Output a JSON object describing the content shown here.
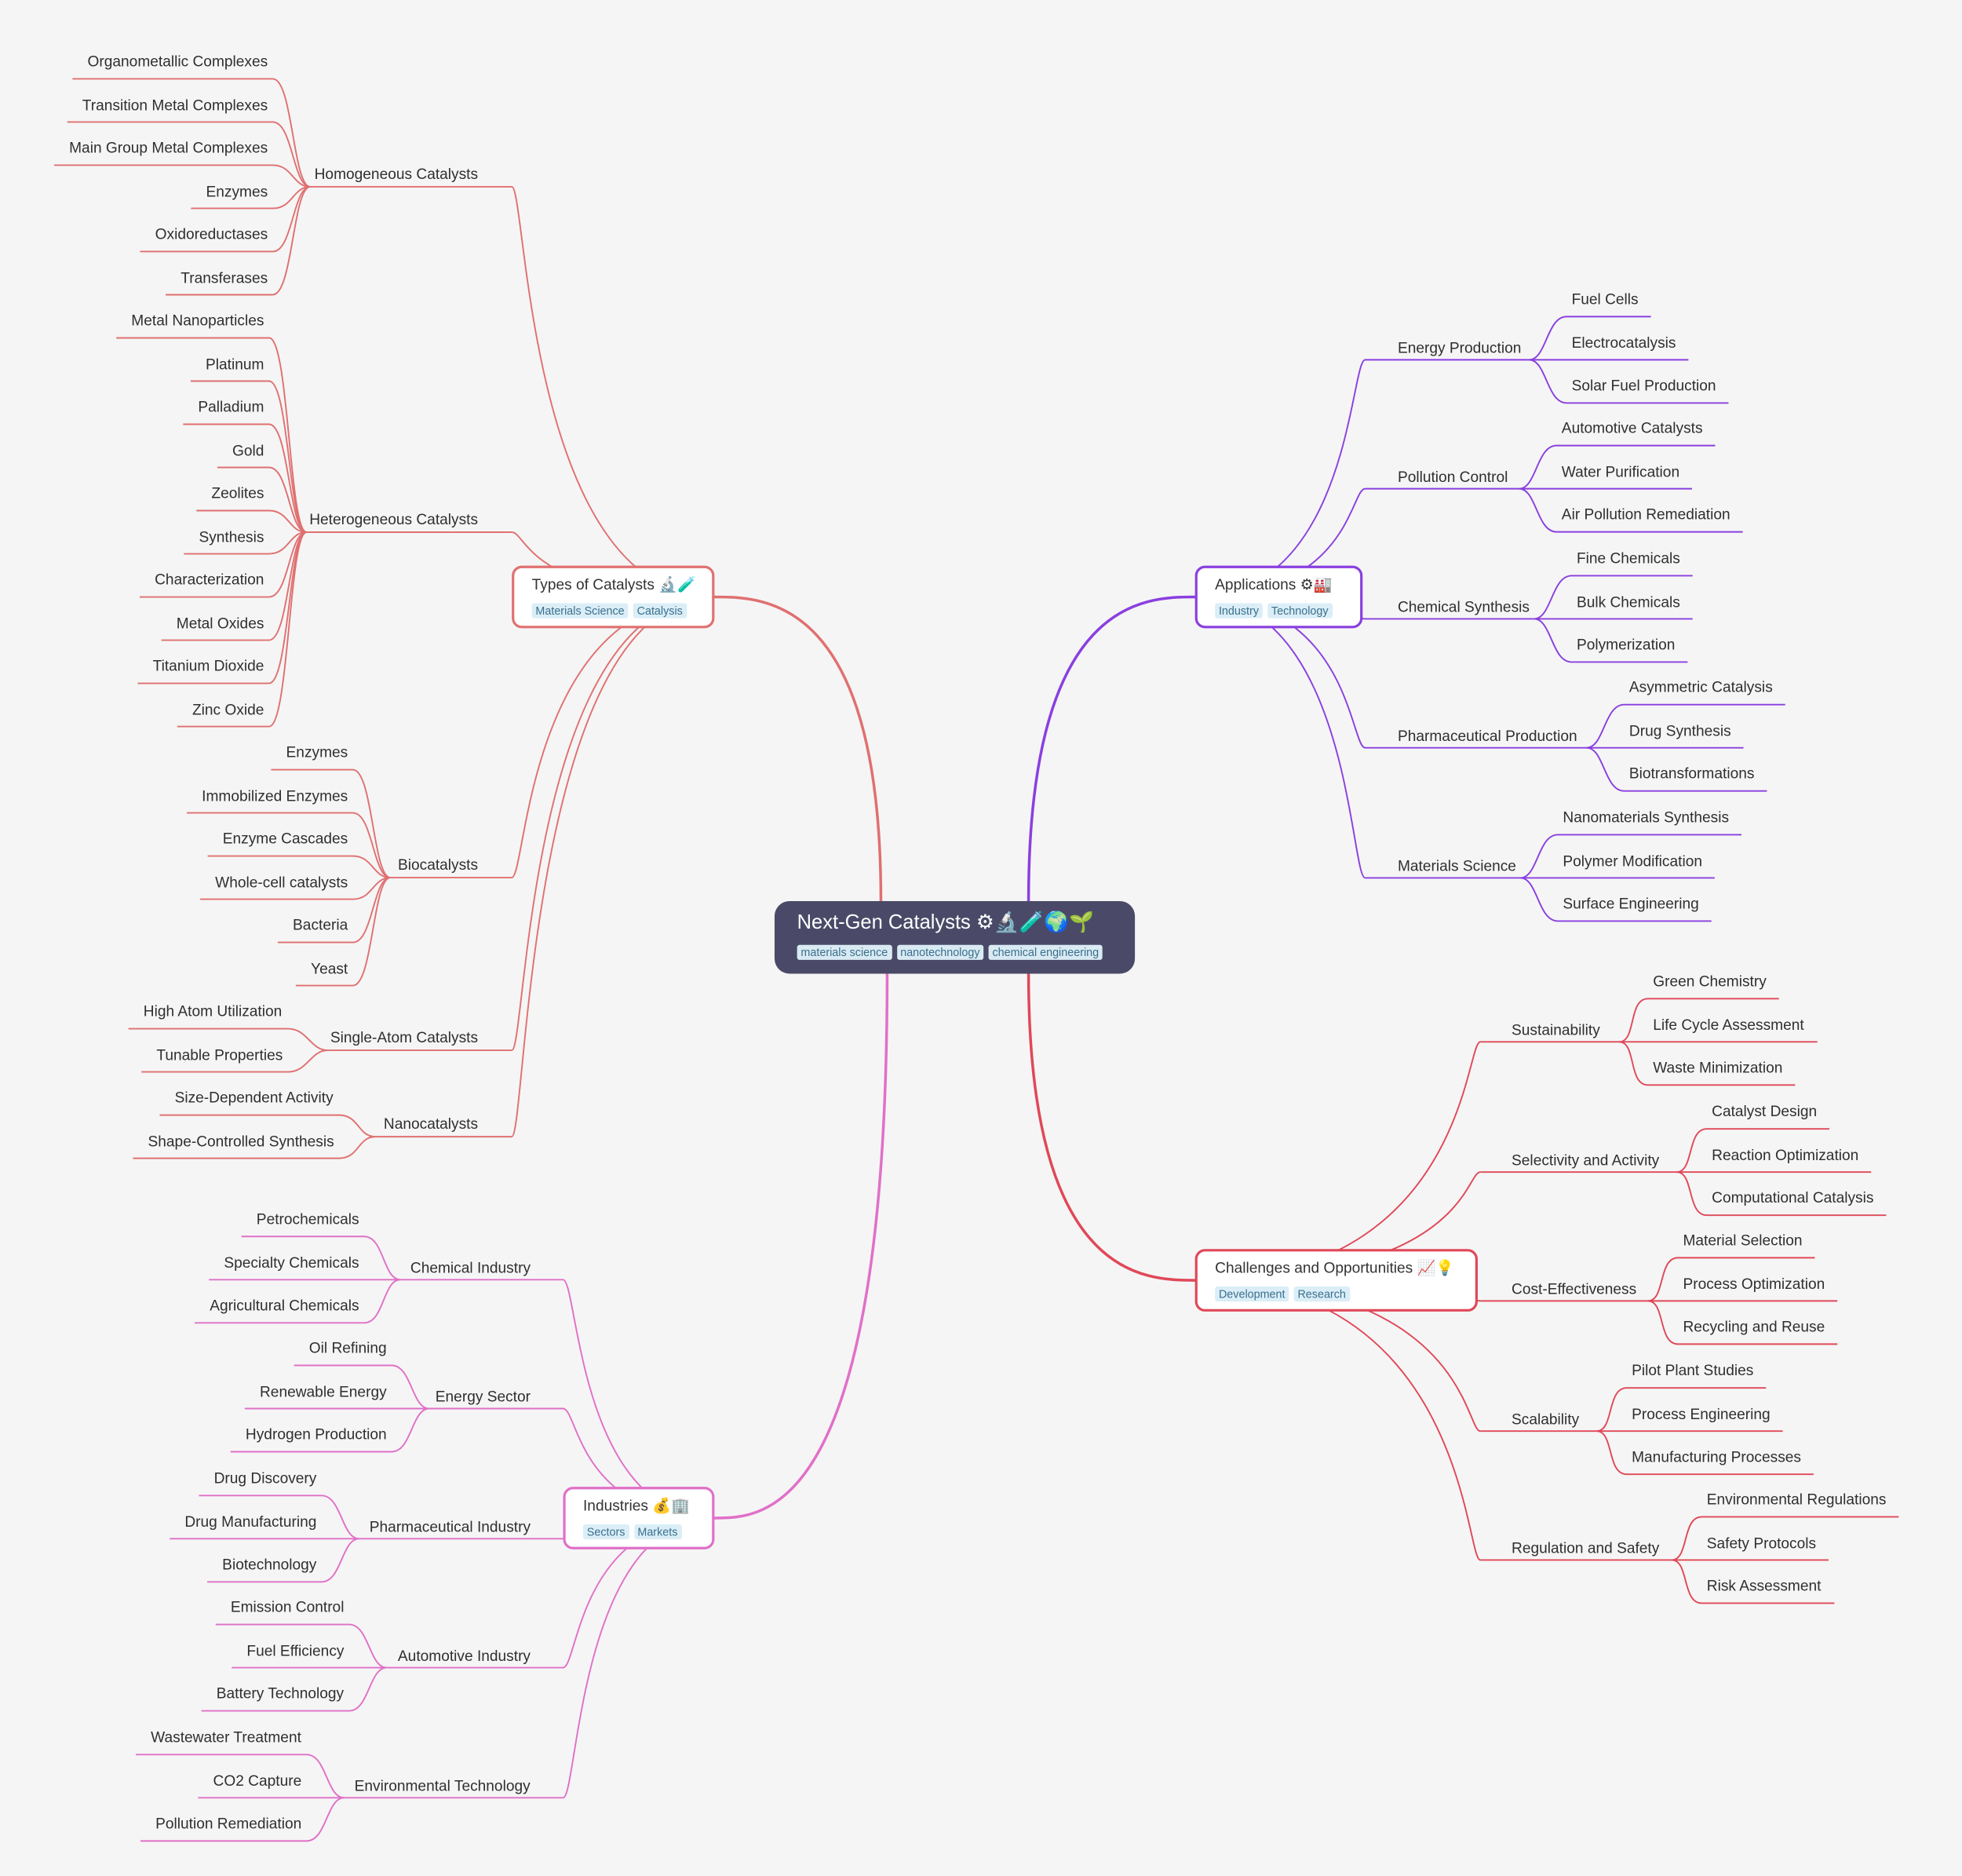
{
  "root": {
    "title": "Next-Gen Catalysts",
    "icons": "⚙︎🔬🧪🌍🌱",
    "tags": [
      "materials science",
      "nanotechnology",
      "chemical engineering"
    ]
  },
  "branches": [
    {
      "key": "types",
      "title": "Types of Catalysts",
      "icons": "🔬🧪",
      "tags": [
        "Materials Science",
        "Catalysis"
      ],
      "color": "#e07070",
      "groups": [
        {
          "label": "Homogeneous Catalysts",
          "items": [
            "Organometallic Complexes",
            "Transition Metal Complexes",
            "Main Group Metal Complexes",
            "Enzymes",
            "Oxidoreductases",
            "Transferases"
          ]
        },
        {
          "label": "Heterogeneous Catalysts",
          "items": [
            "Metal Nanoparticles",
            "Platinum",
            "Palladium",
            "Gold",
            "Zeolites",
            "Synthesis",
            "Characterization",
            "Metal Oxides",
            "Titanium Dioxide",
            "Zinc Oxide"
          ]
        },
        {
          "label": "Biocatalysts",
          "items": [
            "Enzymes",
            "Immobilized Enzymes",
            "Enzyme Cascades",
            "Whole-cell catalysts",
            "Bacteria",
            "Yeast"
          ]
        },
        {
          "label": "Single-Atom Catalysts",
          "items": [
            "High Atom Utilization",
            "Tunable Properties"
          ]
        },
        {
          "label": "Nanocatalysts",
          "items": [
            "Size-Dependent Activity",
            "Shape-Controlled Synthesis"
          ]
        }
      ]
    },
    {
      "key": "industries",
      "title": "Industries",
      "icons": "💰🏢",
      "tags": [
        "Sectors",
        "Markets"
      ],
      "color": "#e070c8",
      "groups": [
        {
          "label": "Chemical Industry",
          "items": [
            "Petrochemicals",
            "Specialty Chemicals",
            "Agricultural Chemicals"
          ]
        },
        {
          "label": "Energy Sector",
          "items": [
            "Oil Refining",
            "Renewable Energy",
            "Hydrogen Production"
          ]
        },
        {
          "label": "Pharmaceutical Industry",
          "items": [
            "Drug Discovery",
            "Drug Manufacturing",
            "Biotechnology"
          ]
        },
        {
          "label": "Automotive Industry",
          "items": [
            "Emission Control",
            "Fuel Efficiency",
            "Battery Technology"
          ]
        },
        {
          "label": "Environmental Technology",
          "items": [
            "Wastewater Treatment",
            "CO2 Capture",
            "Pollution Remediation"
          ]
        }
      ]
    },
    {
      "key": "applications",
      "title": "Applications",
      "icons": "⚙︎🏭",
      "tags": [
        "Industry",
        "Technology"
      ],
      "color": "#8a3fe0",
      "groups": [
        {
          "label": "Energy Production",
          "items": [
            "Fuel Cells",
            "Electrocatalysis",
            "Solar Fuel Production"
          ]
        },
        {
          "label": "Pollution Control",
          "items": [
            "Automotive Catalysts",
            "Water Purification",
            "Air Pollution Remediation"
          ]
        },
        {
          "label": "Chemical Synthesis",
          "items": [
            "Fine Chemicals",
            "Bulk Chemicals",
            "Polymerization"
          ]
        },
        {
          "label": "Pharmaceutical Production",
          "items": [
            "Asymmetric Catalysis",
            "Drug Synthesis",
            "Biotransformations"
          ]
        },
        {
          "label": "Materials Science",
          "items": [
            "Nanomaterials Synthesis",
            "Polymer Modification",
            "Surface Engineering"
          ]
        }
      ]
    },
    {
      "key": "challenges",
      "title": "Challenges and Opportunities",
      "icons": "📈💡",
      "tags": [
        "Development",
        "Research"
      ],
      "color": "#e04858",
      "groups": [
        {
          "label": "Sustainability",
          "items": [
            "Green Chemistry",
            "Life Cycle Assessment",
            "Waste Minimization"
          ]
        },
        {
          "label": "Selectivity and Activity",
          "items": [
            "Catalyst Design",
            "Reaction Optimization",
            "Computational Catalysis"
          ]
        },
        {
          "label": "Cost-Effectiveness",
          "items": [
            "Material Selection",
            "Process Optimization",
            "Recycling and Reuse"
          ]
        },
        {
          "label": "Scalability",
          "items": [
            "Pilot Plant Studies",
            "Process Engineering",
            "Manufacturing Processes"
          ]
        },
        {
          "label": "Regulation and Safety",
          "items": [
            "Environmental Regulations",
            "Safety Protocols",
            "Risk Assessment"
          ]
        }
      ]
    }
  ]
}
